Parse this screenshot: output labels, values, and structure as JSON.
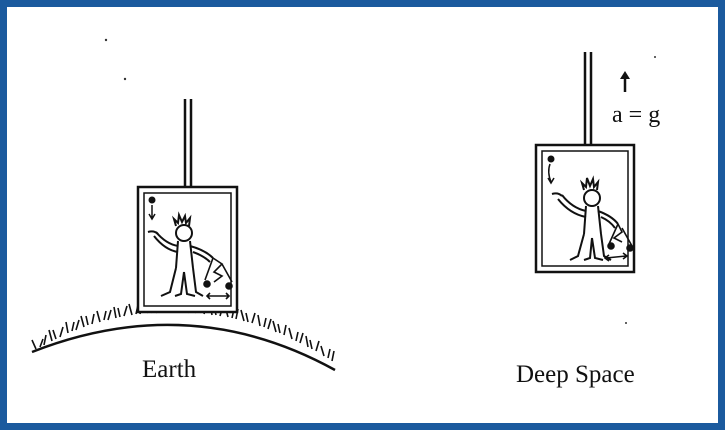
{
  "diagram": {
    "earth_label": "Earth",
    "space_label": "Deep Space",
    "acceleration_label": "a = g"
  },
  "colors": {
    "frame_border": "#1b5a9e",
    "ink": "#111111",
    "background": "#ffffff"
  }
}
